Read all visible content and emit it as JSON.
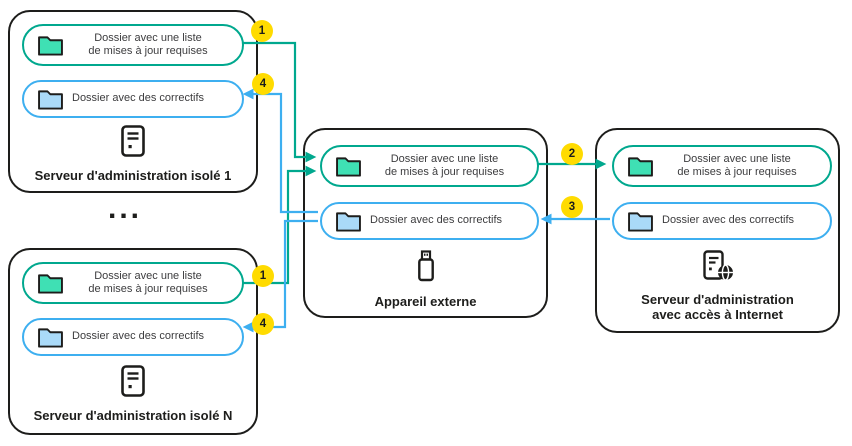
{
  "colors": {
    "teal_line": "#00A88E",
    "teal_folder_fill": "#3FE0B4",
    "blue_line": "#3DAFF0",
    "blue_folder_fill": "#AADAF8",
    "badge_yellow": "#FFDB00",
    "ink": "#1D1D1B",
    "pill_text": "#3C3C3E"
  },
  "steps": {
    "step1": "1",
    "step2": "2",
    "step3": "3",
    "step4": "4"
  },
  "folder_updates": {
    "line1": "Dossier avec une liste",
    "line2": "de mises à jour requises"
  },
  "folder_patches": {
    "label": "Dossier avec des correctifs"
  },
  "nodes": {
    "isolated1": {
      "title": "Serveur d'administration isolé 1"
    },
    "isolatedN": {
      "title": "Serveur d'administration isolé N"
    },
    "external": {
      "title": "Appareil externe"
    },
    "internet": {
      "line1": "Serveur d'administration",
      "line2": "avec accès à Internet"
    }
  },
  "ellipsis": "..."
}
